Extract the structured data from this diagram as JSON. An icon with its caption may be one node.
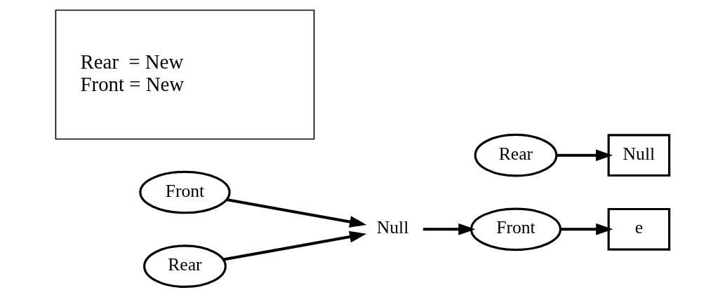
{
  "diagram": {
    "nodes": [
      {
        "text": [
          "Front"
        ]
      },
      {
        "text": [
          "Rear"
        ]
      },
      {
        "text": [
          "Null"
        ]
      },
      {
        "text": [
          "Front"
        ]
      },
      {
        "text": [
          "Rear"
        ]
      },
      {
        "text": [
          "e"
        ]
      },
      {
        "text": [
          "Null"
        ]
      },
      {
        "text": [
          "Rear  = New",
          "Front = New"
        ]
      }
    ],
    "edges": [
      {
        "from": 0,
        "to": 2,
        "arrow": "to"
      },
      {
        "from": 1,
        "to": 2,
        "arrow": "to"
      },
      {
        "from": 2,
        "to": 3,
        "arrow": "to"
      },
      {
        "from": 3,
        "to": 5,
        "arrow": "to"
      },
      {
        "from": 4,
        "to": 6,
        "arrow": "to"
      }
    ]
  }
}
